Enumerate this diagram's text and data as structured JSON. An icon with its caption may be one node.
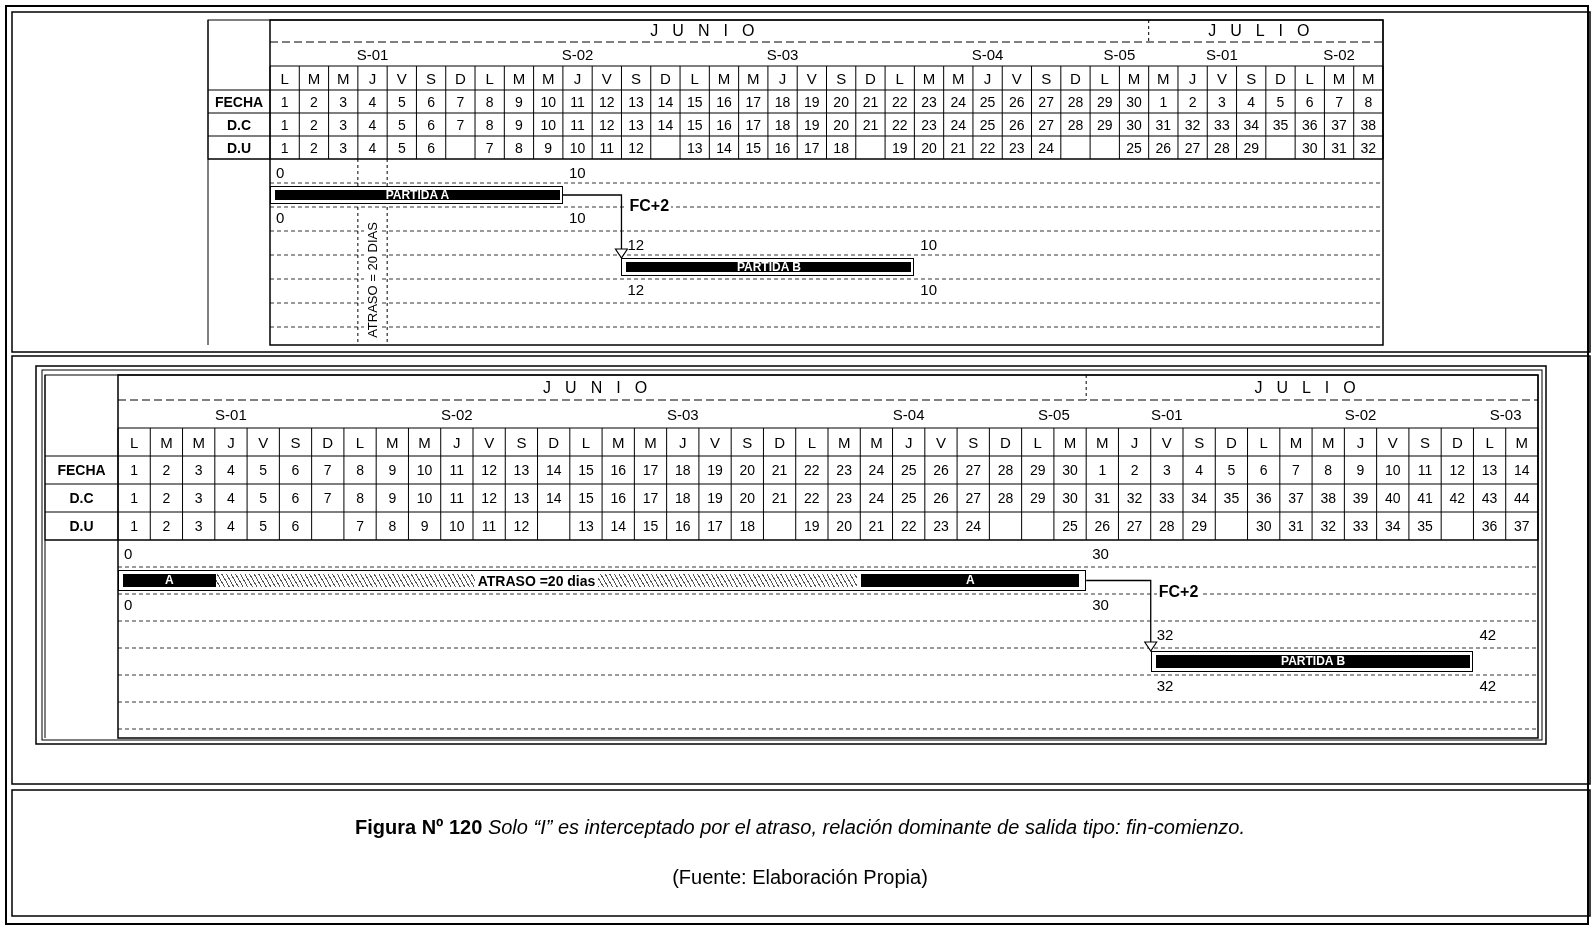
{
  "diagram": {
    "caption": "**Figura Nº 120** *Solo “I” es interceptado por el atraso, relación dominante de salida tipo: fin-comienzo.*",
    "nodes": [
      {
        "text": [
          "PARTIDA A"
        ],
        "beside": [
          "0",
          "10",
          "0",
          "10"
        ]
      },
      {
        "text": [
          "PARTIDA B"
        ],
        "beside": [
          "12",
          "10",
          "12",
          "10"
        ]
      },
      {
        "text": [
          "A",
          "ATRASO =20 dias",
          "A"
        ],
        "beside": [
          "0",
          "30",
          "0",
          "30"
        ]
      },
      {
        "text": [
          "PARTIDA B"
        ],
        "beside": [
          "32",
          "42",
          "32",
          "42"
        ]
      }
    ],
    "edges": [
      {
        "from": 0,
        "to": 1,
        "arrow": "to",
        "label": "FC+2"
      },
      {
        "from": 2,
        "to": 3,
        "arrow": "to",
        "label": "FC+2"
      }
    ],
    "labels": [
      "JUNIO",
      "JULIO",
      "S-01",
      "S-02",
      "S-03",
      "S-04",
      "S-05",
      "S-01",
      "S-02",
      "L",
      "M",
      "M",
      "J",
      "V",
      "S",
      "D",
      "L",
      "M",
      "M",
      "J",
      "V",
      "S",
      "D",
      "L",
      "M",
      "M",
      "J",
      "V",
      "S",
      "D",
      "L",
      "M",
      "M",
      "J",
      "V",
      "S",
      "D",
      "L",
      "M",
      "M",
      "J",
      "V",
      "S",
      "D",
      "L",
      "M",
      "M",
      "FECHA",
      "1",
      "2",
      "3",
      "4",
      "5",
      "6",
      "7",
      "8",
      "9",
      "10",
      "11",
      "12",
      "13",
      "14",
      "15",
      "16",
      "17",
      "18",
      "19",
      "20",
      "21",
      "22",
      "23",
      "24",
      "25",
      "26",
      "27",
      "28",
      "29",
      "30",
      "1",
      "2",
      "3",
      "4",
      "5",
      "6",
      "7",
      "8",
      "D.C",
      "1",
      "2",
      "3",
      "4",
      "5",
      "6",
      "7",
      "8",
      "9",
      "10",
      "11",
      "12",
      "13",
      "14",
      "15",
      "16",
      "17",
      "18",
      "19",
      "20",
      "21",
      "22",
      "23",
      "24",
      "25",
      "26",
      "27",
      "28",
      "29",
      "30",
      "31",
      "32",
      "33",
      "34",
      "35",
      "36",
      "37",
      "38",
      "D.U",
      "1",
      "2",
      "3",
      "4",
      "5",
      "6",
      "7",
      "8",
      "9",
      "10",
      "11",
      "12",
      "13",
      "14",
      "15",
      "16",
      "17",
      "18",
      "19",
      "20",
      "21",
      "22",
      "23",
      "24",
      "25",
      "26",
      "27",
      "28",
      "29",
      "30",
      "31",
      "32",
      "ATRASO = 20 DIAS",
      "JUNIO",
      "JULIO",
      "S-01",
      "S-02",
      "S-03",
      "S-04",
      "S-05",
      "S-01",
      "S-02",
      "S-03",
      "L",
      "M",
      "M",
      "J",
      "V",
      "S",
      "D",
      "L",
      "M",
      "M",
      "J",
      "V",
      "S",
      "D",
      "L",
      "M",
      "M",
      "J",
      "V",
      "S",
      "D",
      "L",
      "M",
      "M",
      "J",
      "V",
      "S",
      "D",
      "L",
      "M",
      "M",
      "J",
      "V",
      "S",
      "D",
      "L",
      "M",
      "M",
      "J",
      "V",
      "S",
      "D",
      "L",
      "M",
      "FECHA",
      "1",
      "2",
      "3",
      "4",
      "5",
      "6",
      "7",
      "8",
      "9",
      "10",
      "11",
      "12",
      "13",
      "14",
      "15",
      "16",
      "17",
      "18",
      "19",
      "20",
      "21",
      "22",
      "23",
      "24",
      "25",
      "26",
      "27",
      "28",
      "29",
      "30",
      "1",
      "2",
      "3",
      "4",
      "5",
      "6",
      "7",
      "8",
      "9",
      "10",
      "11",
      "12",
      "13",
      "14",
      "D.C",
      "1",
      "2",
      "3",
      "4",
      "5",
      "6",
      "7",
      "8",
      "9",
      "10",
      "11",
      "12",
      "13",
      "14",
      "15",
      "16",
      "17",
      "18",
      "19",
      "20",
      "21",
      "22",
      "23",
      "24",
      "25",
      "26",
      "27",
      "28",
      "29",
      "30",
      "31",
      "32",
      "33",
      "34",
      "35",
      "36",
      "37",
      "38",
      "39",
      "40",
      "41",
      "42",
      "43",
      "44",
      "D.U",
      "1",
      "2",
      "3",
      "4",
      "5",
      "6",
      "7",
      "8",
      "9",
      "10",
      "11",
      "12",
      "13",
      "14",
      "15",
      "16",
      "17",
      "18",
      "19",
      "20",
      "21",
      "22",
      "23",
      "24",
      "25",
      "26",
      "27",
      "28",
      "29",
      "30",
      "31",
      "32",
      "33",
      "34",
      "35",
      "36",
      "37",
      "(Fuente: Elaboración Propia)"
    ]
  }
}
